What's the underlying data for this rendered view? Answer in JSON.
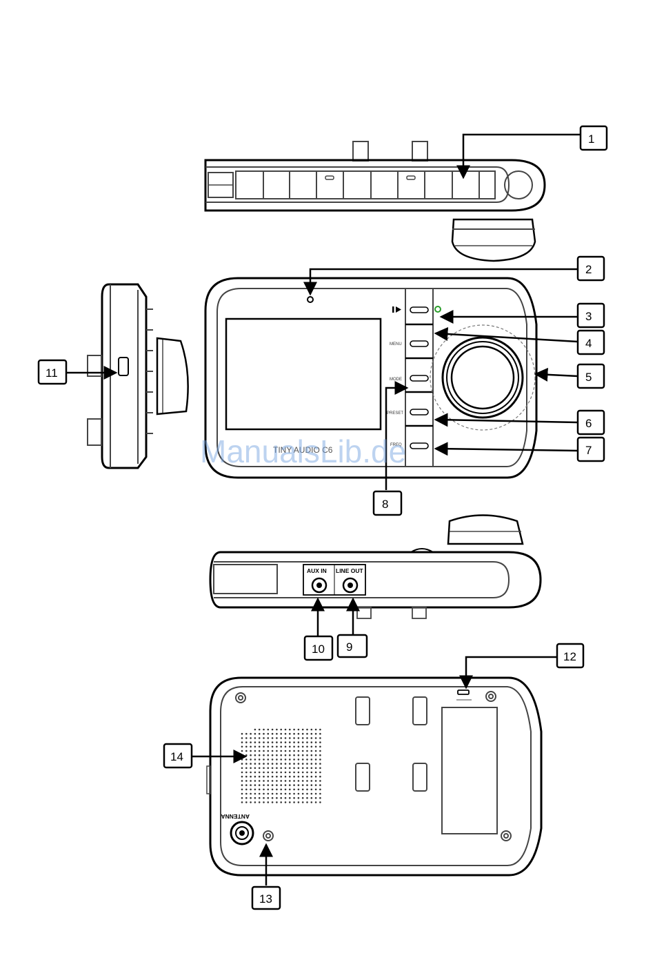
{
  "labels": {
    "n1": "1",
    "n2": "2",
    "n3": "3",
    "n4": "4",
    "n5": "5",
    "n6": "6",
    "n7": "7",
    "n8": "8",
    "n9": "9",
    "n10": "10",
    "n11": "11",
    "n12": "12",
    "n13": "13",
    "n14": "14"
  },
  "buttons": {
    "menu": "MENU",
    "mode": "MODE",
    "preset": "PRESET",
    "freq": "FREQ"
  },
  "screen_brand": "TINY AUDIO C6",
  "ports": {
    "aux_in": "AUX IN",
    "line_out": "LINE OUT"
  },
  "antenna": "ANTENNA",
  "watermark": "ManualsLib.de"
}
